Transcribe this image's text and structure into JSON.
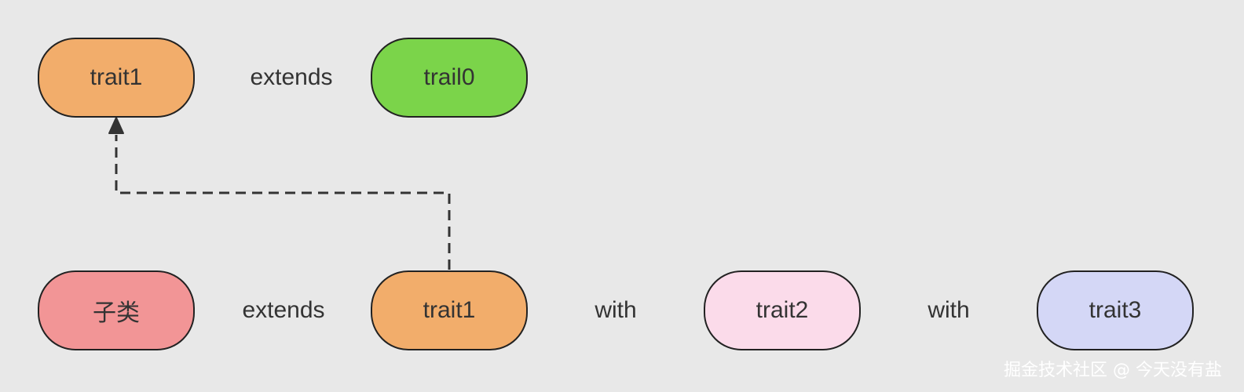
{
  "top_row": {
    "node_a": "trait1",
    "relation": "extends",
    "node_b": "trail0"
  },
  "bottom_row": {
    "node_a": "子类",
    "relation_1": "extends",
    "node_b": "trait1",
    "relation_2": "with",
    "node_c": "trait2",
    "relation_3": "with",
    "node_d": "trait3"
  },
  "watermark": "掘金技术社区 @ 今天没有盐",
  "colors": {
    "background": "#e8e8e8",
    "trait1": "#f2ad6b",
    "trail0": "#7bd44a",
    "subclass": "#f29596",
    "trait2": "#fbdbea",
    "trait3": "#d4d7f6",
    "stroke": "#222222"
  }
}
